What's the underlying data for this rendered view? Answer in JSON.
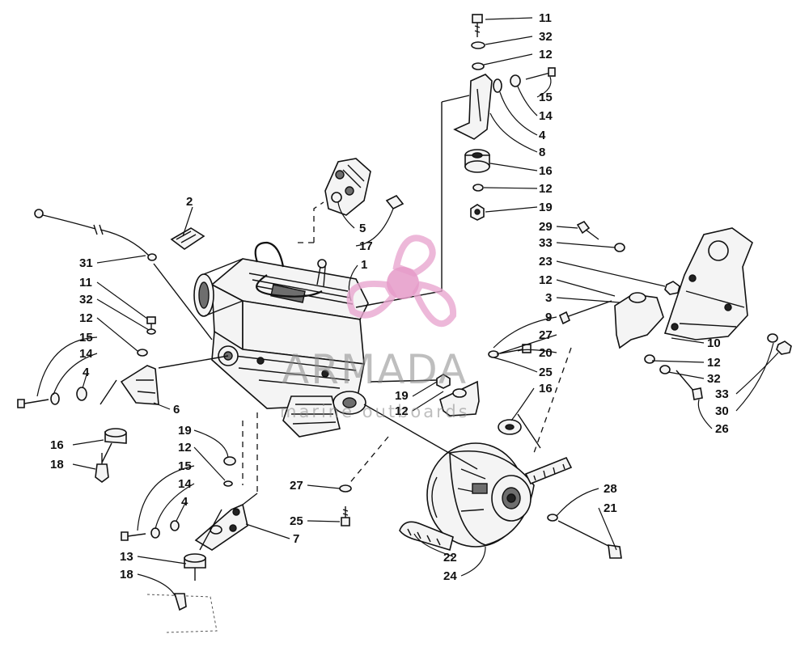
{
  "diagram": {
    "callouts": [
      {
        "id": "c1",
        "label": "1"
      },
      {
        "id": "c2",
        "label": "2"
      },
      {
        "id": "c3",
        "label": "3"
      },
      {
        "id": "c4a",
        "label": "4"
      },
      {
        "id": "c4b",
        "label": "4"
      },
      {
        "id": "c4c",
        "label": "4"
      },
      {
        "id": "c5",
        "label": "5"
      },
      {
        "id": "c6",
        "label": "6"
      },
      {
        "id": "c7",
        "label": "7"
      },
      {
        "id": "c8",
        "label": "8"
      },
      {
        "id": "c9",
        "label": "9"
      },
      {
        "id": "c10",
        "label": "10"
      },
      {
        "id": "c11a",
        "label": "11"
      },
      {
        "id": "c11b",
        "label": "11"
      },
      {
        "id": "c12a",
        "label": "12"
      },
      {
        "id": "c12b",
        "label": "12"
      },
      {
        "id": "c12c",
        "label": "12"
      },
      {
        "id": "c12d",
        "label": "12"
      },
      {
        "id": "c12e",
        "label": "12"
      },
      {
        "id": "c12f",
        "label": "12"
      },
      {
        "id": "c12g",
        "label": "12"
      },
      {
        "id": "c13",
        "label": "13"
      },
      {
        "id": "c14a",
        "label": "14"
      },
      {
        "id": "c14b",
        "label": "14"
      },
      {
        "id": "c14c",
        "label": "14"
      },
      {
        "id": "c15a",
        "label": "15"
      },
      {
        "id": "c15b",
        "label": "15"
      },
      {
        "id": "c15c",
        "label": "15"
      },
      {
        "id": "c16a",
        "label": "16"
      },
      {
        "id": "c16b",
        "label": "16"
      },
      {
        "id": "c16c",
        "label": "16"
      },
      {
        "id": "c17",
        "label": "17"
      },
      {
        "id": "c18a",
        "label": "18"
      },
      {
        "id": "c18b",
        "label": "18"
      },
      {
        "id": "c19a",
        "label": "19"
      },
      {
        "id": "c19b",
        "label": "19"
      },
      {
        "id": "c19c",
        "label": "19"
      },
      {
        "id": "c20",
        "label": "20"
      },
      {
        "id": "c21",
        "label": "21"
      },
      {
        "id": "c22",
        "label": "22"
      },
      {
        "id": "c23",
        "label": "23"
      },
      {
        "id": "c24",
        "label": "24"
      },
      {
        "id": "c25a",
        "label": "25"
      },
      {
        "id": "c25b",
        "label": "25"
      },
      {
        "id": "c26",
        "label": "26"
      },
      {
        "id": "c27a",
        "label": "27"
      },
      {
        "id": "c27b",
        "label": "27"
      },
      {
        "id": "c28",
        "label": "28"
      },
      {
        "id": "c29",
        "label": "29"
      },
      {
        "id": "c30",
        "label": "30"
      },
      {
        "id": "c31",
        "label": "31"
      },
      {
        "id": "c32a",
        "label": "32"
      },
      {
        "id": "c32b",
        "label": "32"
      },
      {
        "id": "c32c",
        "label": "32"
      },
      {
        "id": "c33a",
        "label": "33"
      },
      {
        "id": "c33b",
        "label": "33"
      }
    ]
  },
  "watermark": {
    "brand": "ARMADA",
    "tagline": "marine outboards",
    "logo_color": "#e8a6cf",
    "logo_center_color": "#e59ac8"
  }
}
